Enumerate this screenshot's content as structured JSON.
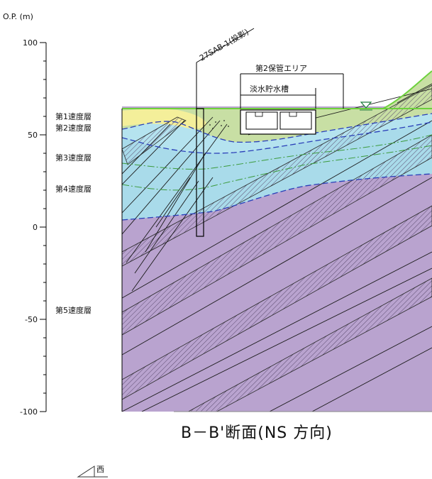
{
  "axis": {
    "unit_label": "O.P. (m)",
    "ticks": [
      100,
      50,
      0,
      -50,
      -100
    ]
  },
  "layers": [
    {
      "label": "第1速度層"
    },
    {
      "label": "第2速度層"
    },
    {
      "label": "第3速度層"
    },
    {
      "label": "第4速度層"
    },
    {
      "label": "第5速度層"
    }
  ],
  "borehole": {
    "label": "27SAB-1(投影)"
  },
  "annotations": {
    "storage_area": "第2保管エリア",
    "water_tank": "淡水貯水槽"
  },
  "caption": "B－B'断面(NS 方向)",
  "direction": {
    "label": "西"
  },
  "colors": {
    "layer1": "#f4ef9a",
    "layer2": "#c8dfa4",
    "layer3": "#b5e3ef",
    "layer4": "#a9dbea",
    "layer5": "#b9a3cf",
    "boundary": "#2a3fb8",
    "surface": "#6dd13c"
  }
}
